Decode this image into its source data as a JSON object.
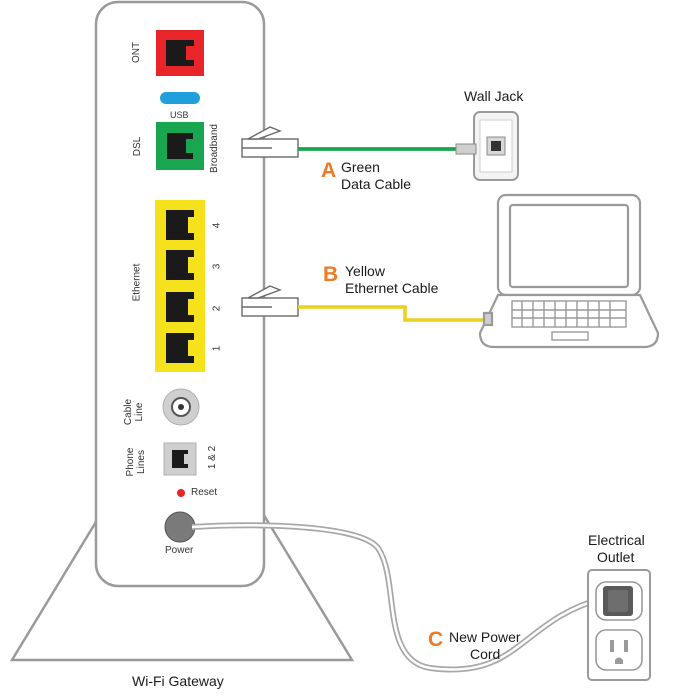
{
  "labels": {
    "wall_jack": "Wall Jack",
    "cable_a_letter": "A",
    "cable_a_line1": "Green",
    "cable_a_line2": "Data Cable",
    "cable_b_letter": "B",
    "cable_b_line1": "Yellow",
    "cable_b_line2": "Ethernet Cable",
    "cable_c_letter": "C",
    "cable_c_line1": "New Power",
    "cable_c_line2": "Cord",
    "outlet_line1": "Electrical",
    "outlet_line2": "Outlet",
    "gateway": "Wi-Fi Gateway"
  },
  "gateway_ports": {
    "ont": "ONT",
    "usb": "USB",
    "dsl": "DSL",
    "broadband": "Broadband",
    "ethernet": "Ethernet",
    "eth_numbers": [
      "4",
      "3",
      "2",
      "1"
    ],
    "cable_line": "Cable Line",
    "phone_lines": "Phone Lines",
    "phone_lines_num": "1 & 2",
    "reset": "Reset",
    "power": "Power"
  },
  "colors": {
    "ont_port": "#e8262a",
    "usb_port": "#1f9fdc",
    "dsl_port": "#1aa550",
    "ethernet_block": "#f5e21c",
    "green_cable": "#1aa550",
    "yellow_cable": "#e8d21a",
    "accent_letter": "#ee7b24",
    "reset_dot": "#e8262a",
    "outline": "#9a9a9a"
  }
}
